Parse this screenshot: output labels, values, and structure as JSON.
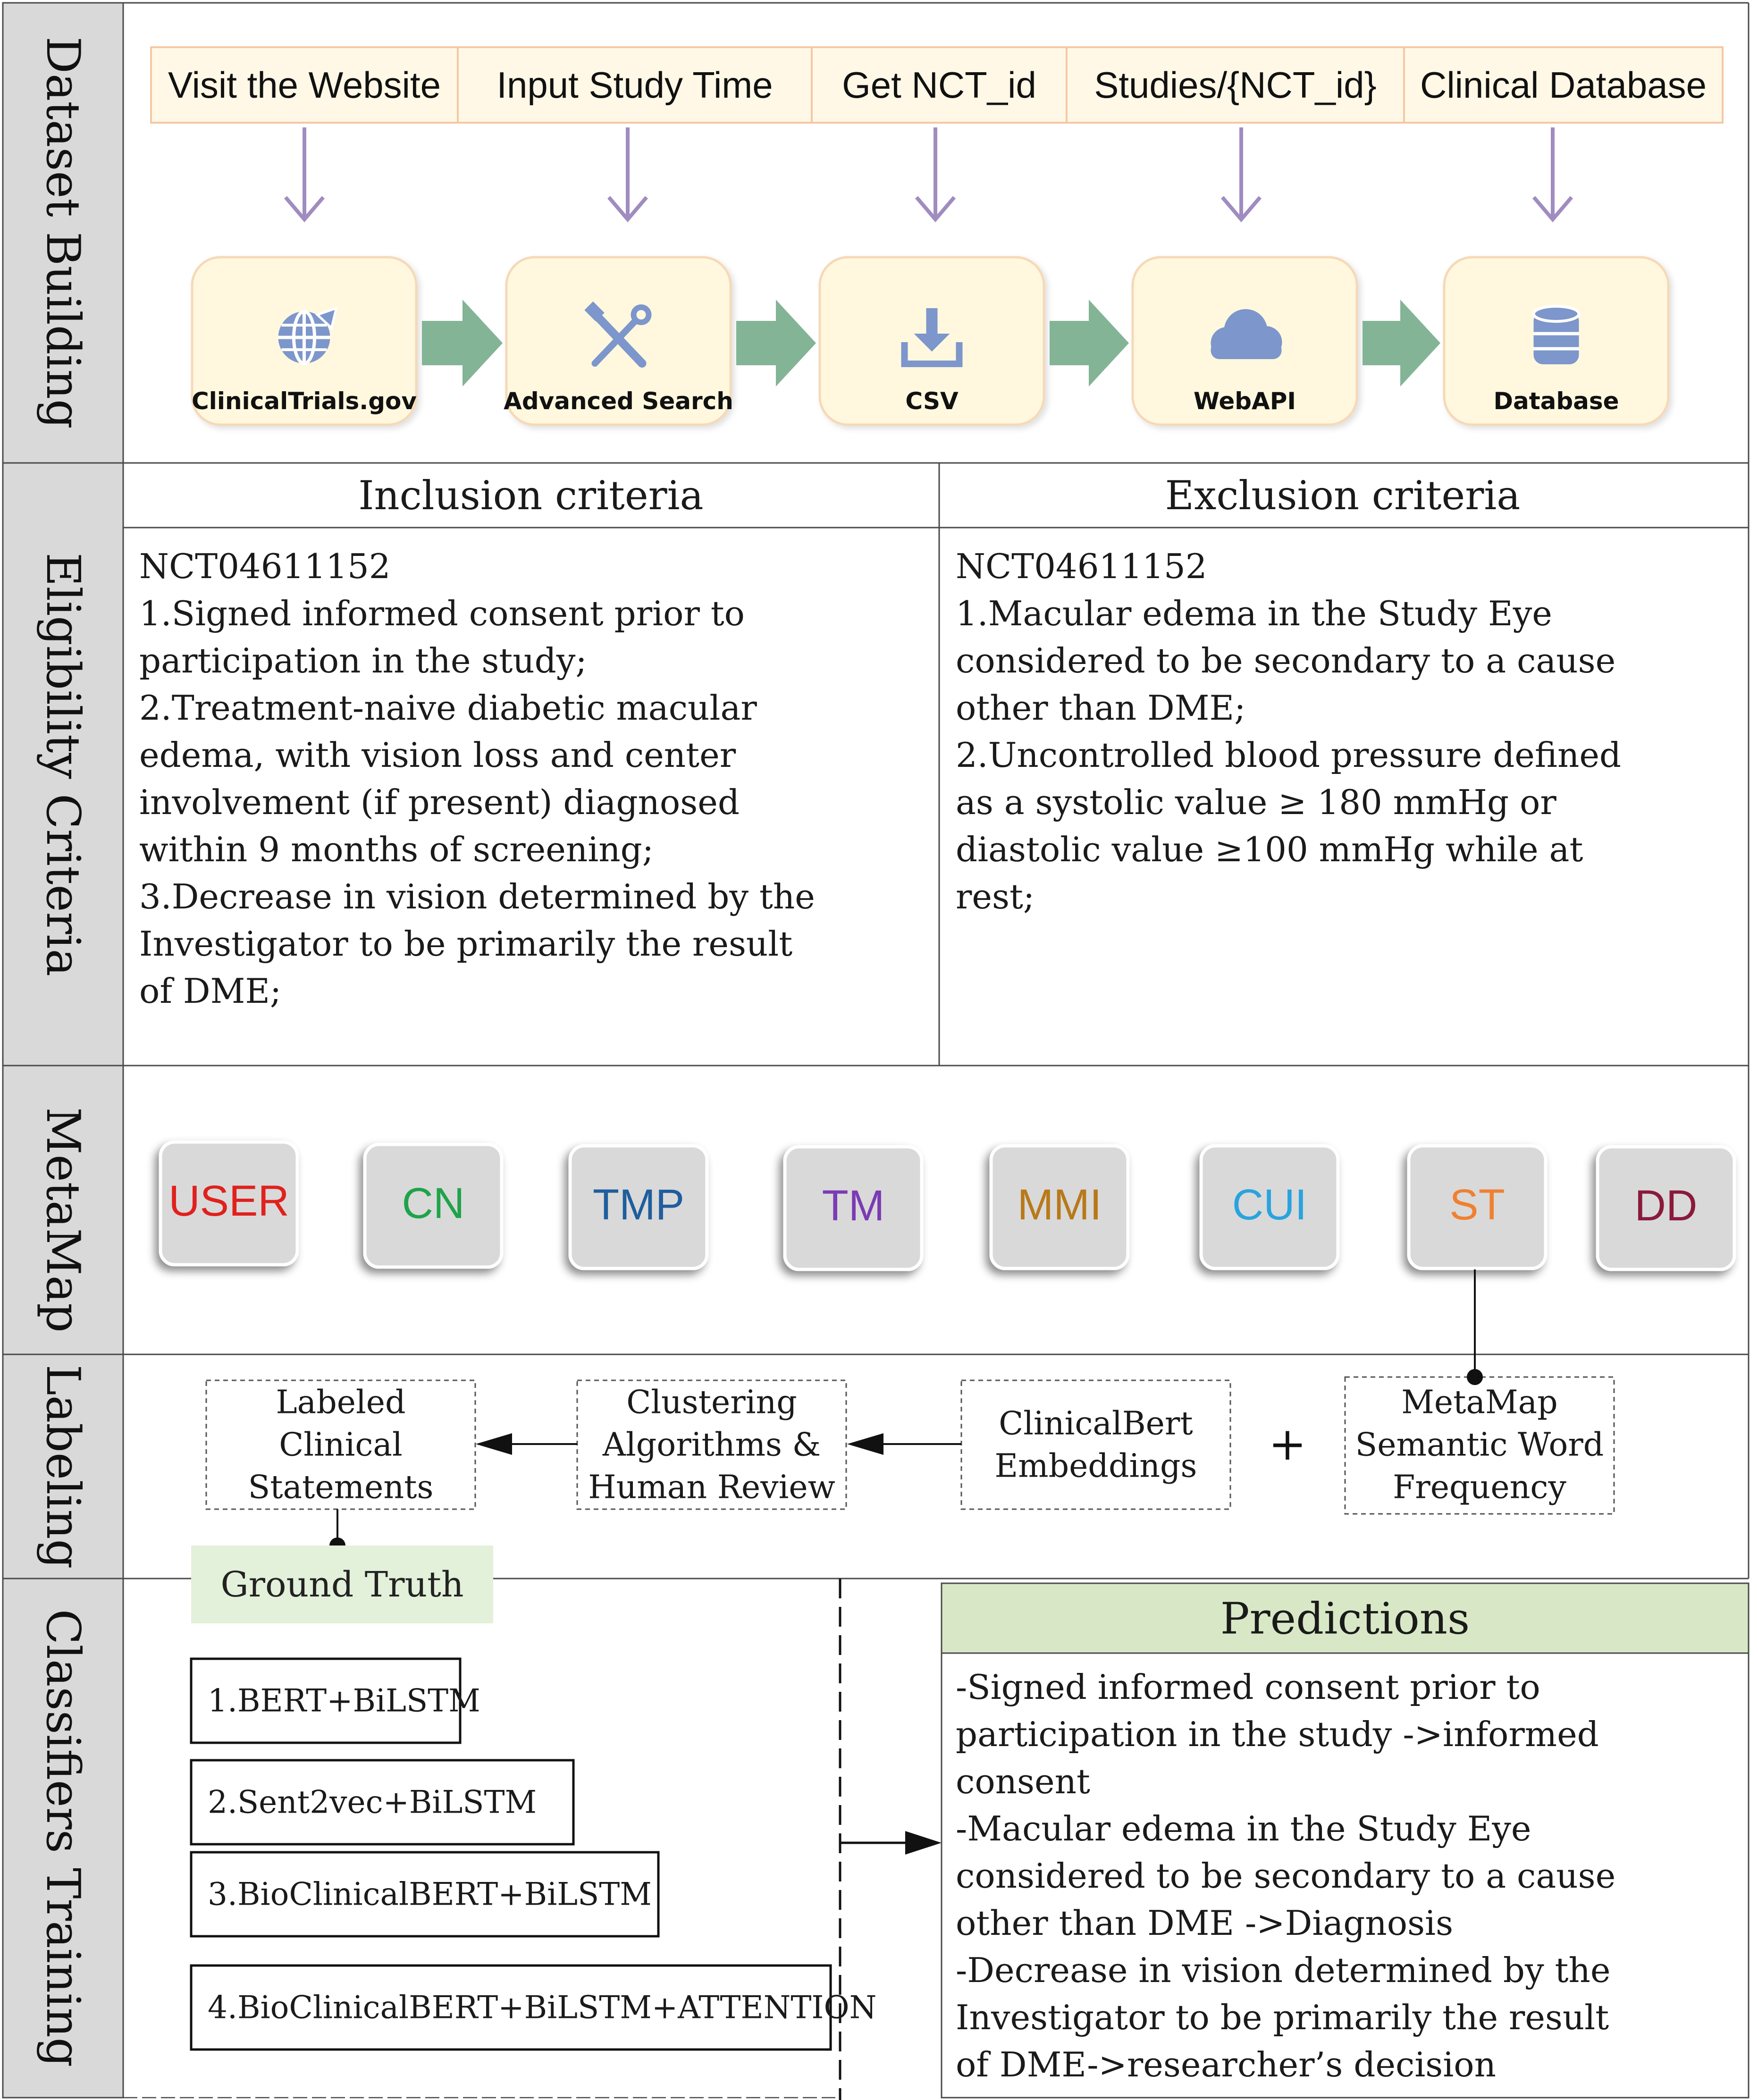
{
  "sections": {
    "dataset_building": "Dataset Building",
    "eligibility_criteria": "Eligibility Criteria",
    "metamap": "MetaMap",
    "labeling": "Labeling",
    "classifiers_training": "Classifiers Training"
  },
  "dataset": {
    "steps": [
      "Visit the Website",
      "Input Study Time",
      "Get NCT_id",
      "Studies/{NCT_id}",
      "Clinical Database"
    ],
    "nodes": [
      {
        "label": "ClinicalTrials.gov",
        "icon": "globe-icon"
      },
      {
        "label": "Advanced Search",
        "icon": "tools-icon"
      },
      {
        "label": "CSV",
        "icon": "download-icon"
      },
      {
        "label": "WebAPI",
        "icon": "cloud-icon"
      },
      {
        "label": "Database",
        "icon": "database-icon"
      }
    ]
  },
  "eligibility": {
    "inclusion_title": "Inclusion criteria",
    "exclusion_title": "Exclusion criteria",
    "inclusion_lines": [
      "NCT04611152",
      "1.Signed informed consent prior to",
      "participation in the study;",
      "2.Treatment-naive diabetic macular",
      "edema, with vision loss and center",
      "involvement (if present) diagnosed",
      "within 9 months of screening;",
      "3.Decrease in vision determined by the",
      "Investigator to be primarily the result",
      "of DME;"
    ],
    "exclusion_lines": [
      "NCT04611152",
      "1.Macular edema in the Study Eye",
      "considered to be secondary to a cause",
      "other than DME;",
      "2.Uncontrolled blood pressure defined",
      "as a systolic value ≥ 180 mmHg or",
      "diastolic value ≥100 mmHg while at",
      "rest;"
    ]
  },
  "metamap": {
    "tags": [
      {
        "label": "USER",
        "color": "#e0211d"
      },
      {
        "label": "CN",
        "color": "#1fa34a"
      },
      {
        "label": "TMP",
        "color": "#1f5e9e"
      },
      {
        "label": "TM",
        "color": "#7b3bb4"
      },
      {
        "label": "MMI",
        "color": "#b8791a"
      },
      {
        "label": "CUI",
        "color": "#29a3de"
      },
      {
        "label": "ST",
        "color": "#f08030"
      },
      {
        "label": "DD",
        "color": "#8a1a3c"
      }
    ]
  },
  "labeling": {
    "labeled": [
      "Labeled",
      "Clinical",
      "Statements"
    ],
    "clustering": [
      "Clustering",
      "Algorithms &",
      "Human Review"
    ],
    "embeddings": [
      "ClinicalBert",
      "Embeddings"
    ],
    "plus": "+",
    "frequency": [
      "MetaMap",
      "Semantic Word",
      "Frequency"
    ],
    "ground_truth": "Ground Truth"
  },
  "classifiers": {
    "models": [
      "1.BERT+BiLSTM",
      "2.Sent2vec+BiLSTM",
      "3.BioClinicalBERT+BiLSTM",
      "4.BioClinicalBERT+BiLSTM+ATTENTION"
    ],
    "predictions_title": "Predictions",
    "prediction_lines": [
      "-Signed informed consent prior to",
      "participation in the study ->informed",
      "consent",
      "-Macular edema in the Study Eye",
      "considered to be secondary to a cause",
      "other than DME ->Diagnosis",
      "-Decrease in vision determined by the",
      "Investigator to be primarily the result",
      "of DME->researcher’s decision"
    ]
  },
  "colors": {
    "section_label_bg": "#d9d9d9",
    "step_box_bg": "#fff8e6",
    "step_box_border": "#f4c8a4",
    "node_bg": "#fff8de",
    "node_border": "#f6d9b8",
    "purple_arrow": "#a08cc0",
    "green_arrow": "#83b496",
    "icon_blue": "#7d96cb",
    "tag_bg": "#d9d9d9",
    "ground_truth_bg": "#e3f0da",
    "predictions_header_bg": "#d8e8c6"
  }
}
